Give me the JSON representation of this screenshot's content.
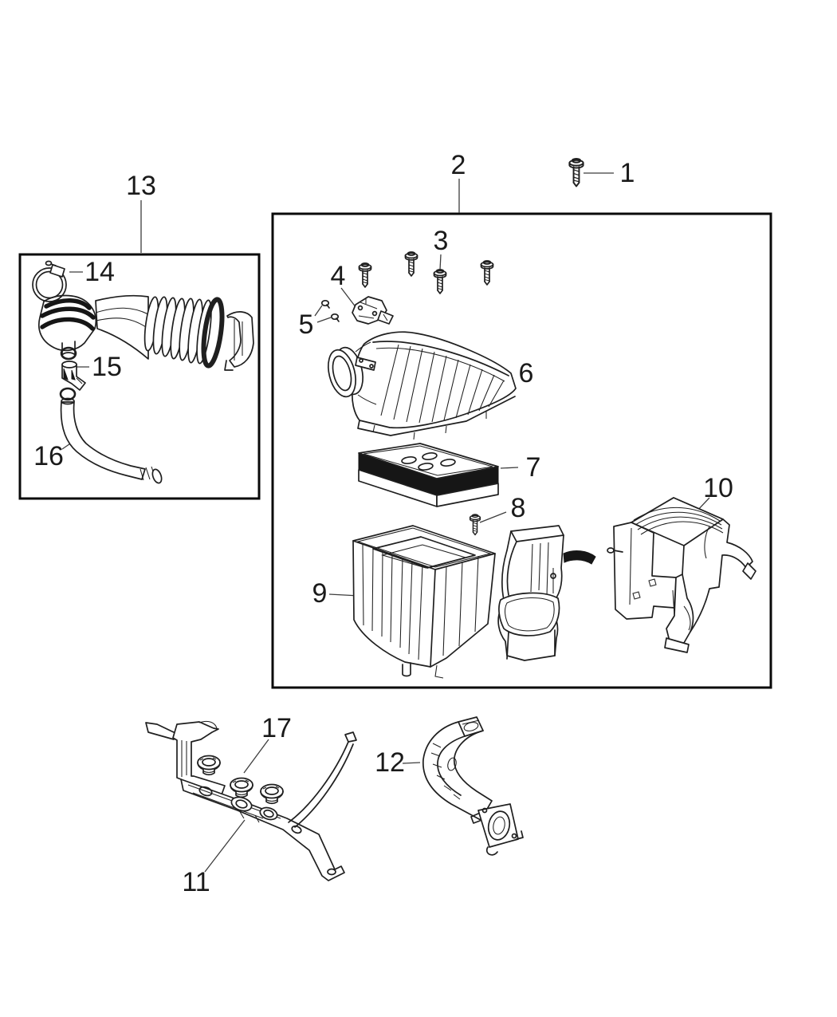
{
  "figure": {
    "kind": "exploded-parts-diagram",
    "subject": "Air cleaner and intake system",
    "background_color": "#ffffff",
    "line_color": "#1f1f1f"
  },
  "callouts": [
    {
      "number": "1",
      "part": "mounting-screw"
    },
    {
      "number": "2",
      "part": "air-cleaner-assembly-group-box"
    },
    {
      "number": "3",
      "part": "cover-screws"
    },
    {
      "number": "4",
      "part": "air-flow-sensor"
    },
    {
      "number": "5",
      "part": "sensor-screws"
    },
    {
      "number": "6",
      "part": "air-cleaner-cover"
    },
    {
      "number": "7",
      "part": "air-filter-element"
    },
    {
      "number": "8",
      "part": "body-screw"
    },
    {
      "number": "9",
      "part": "air-cleaner-body"
    },
    {
      "number": "10",
      "part": "heat-shield"
    },
    {
      "number": "11",
      "part": "support-bracket"
    },
    {
      "number": "12",
      "part": "air-inlet-duct"
    },
    {
      "number": "13",
      "part": "intake-hose-group-box"
    },
    {
      "number": "14",
      "part": "hose-clamp"
    },
    {
      "number": "15",
      "part": "hose-fitting"
    },
    {
      "number": "16",
      "part": "vent-hose"
    },
    {
      "number": "17",
      "part": "grommets"
    }
  ]
}
